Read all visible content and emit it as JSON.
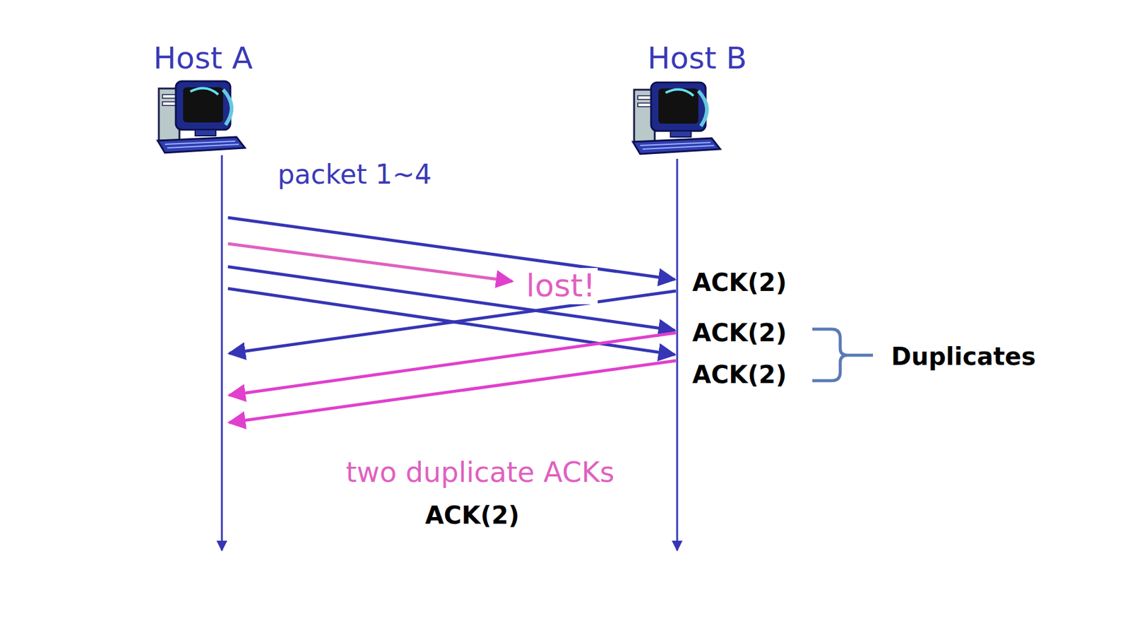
{
  "diagram": {
    "labels": [
      "Host A",
      "Host B",
      "packet 1~4",
      "lost!",
      "ACK(2)",
      "ACK(2)",
      "ACK(2)",
      "Duplicates",
      "two duplicate ACKs",
      "ACK(2)"
    ]
  }
}
